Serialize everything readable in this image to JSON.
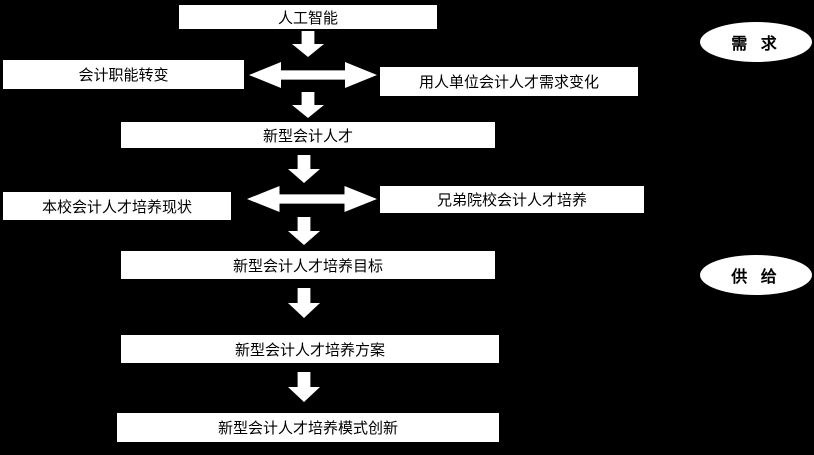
{
  "colors": {
    "background": "#000000",
    "node_fill": "#ffffff",
    "node_text": "#000000",
    "arrow": "#ffffff"
  },
  "nodes": {
    "ai": "人工智能",
    "accounting_function_change": "会计职能转变",
    "employer_demand_change": "用人单位会计人才需求变化",
    "new_accounting_talent": "新型会计人才",
    "school_training_status": "本校会计人才培养现状",
    "peer_school_training": "兄弟院校会计人才培养",
    "training_goal": "新型会计人才培养目标",
    "training_plan": "新型会计人才培养方案",
    "training_mode_innovation": "新型会计人才培养模式创新"
  },
  "side_labels": {
    "demand": "需 求",
    "supply": "供 给"
  },
  "icons": {
    "down_arrow": "down-block-arrow",
    "double_arrow": "left-right-block-arrow"
  }
}
